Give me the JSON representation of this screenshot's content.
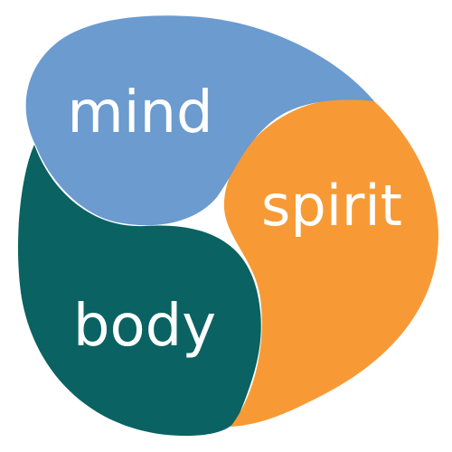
{
  "diagram": {
    "segments": [
      {
        "id": "mind",
        "label": "mind",
        "color": "#6B9BCF"
      },
      {
        "id": "spirit",
        "label": "spirit",
        "color": "#F79A36"
      },
      {
        "id": "body",
        "label": "body",
        "color": "#0B6262"
      }
    ],
    "text_color": "#FFFFFF",
    "background": "#FFFFFF"
  }
}
